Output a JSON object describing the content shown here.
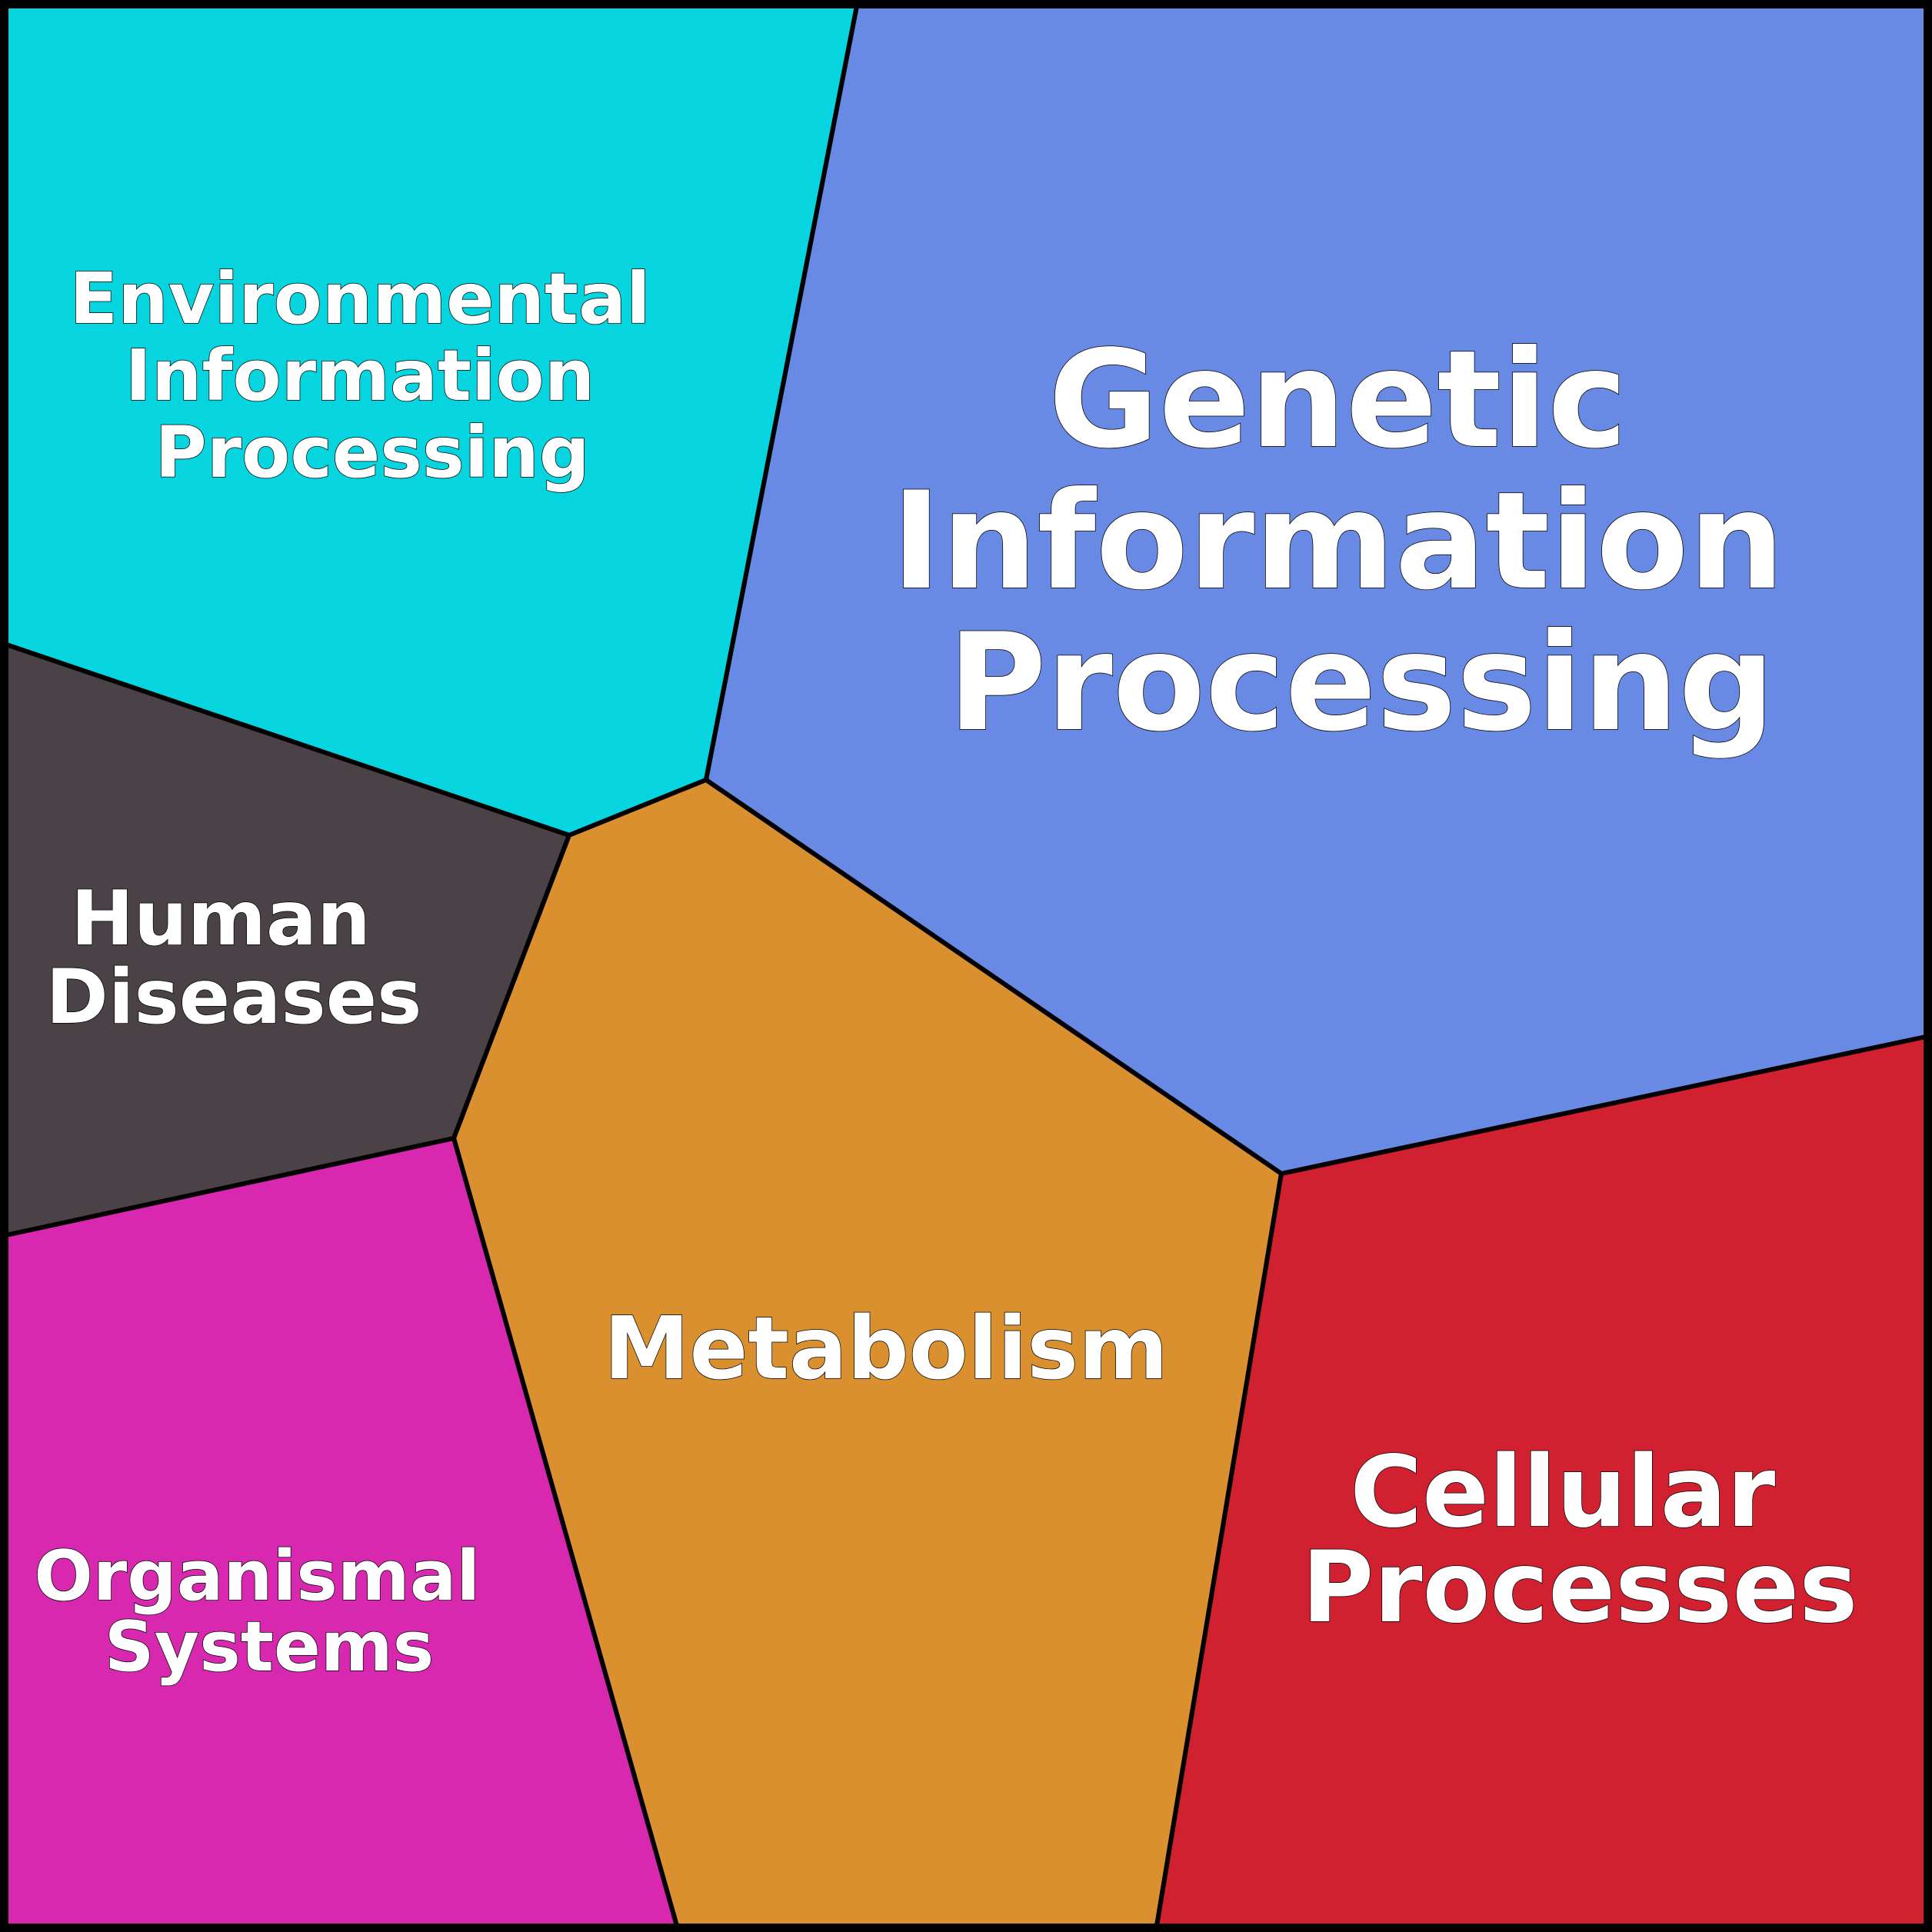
{
  "regions": [
    {
      "id": "environmental",
      "color": "#06d4de",
      "lines": [
        "Environmental",
        "Information",
        "Processing"
      ]
    },
    {
      "id": "genetic",
      "color": "#6889e4",
      "lines": [
        "Genetic",
        "Information",
        "Processing"
      ]
    },
    {
      "id": "human-diseases",
      "color": "#4b4247",
      "lines": [
        "Human",
        "Diseases"
      ]
    },
    {
      "id": "metabolism",
      "color": "#db902f",
      "lines": [
        "Metabolism"
      ]
    },
    {
      "id": "organismal",
      "color": "#d928b0",
      "lines": [
        "Organismal",
        "Systems"
      ]
    },
    {
      "id": "cellular",
      "color": "#d12130",
      "lines": [
        "Cellular",
        "Processes"
      ]
    }
  ]
}
